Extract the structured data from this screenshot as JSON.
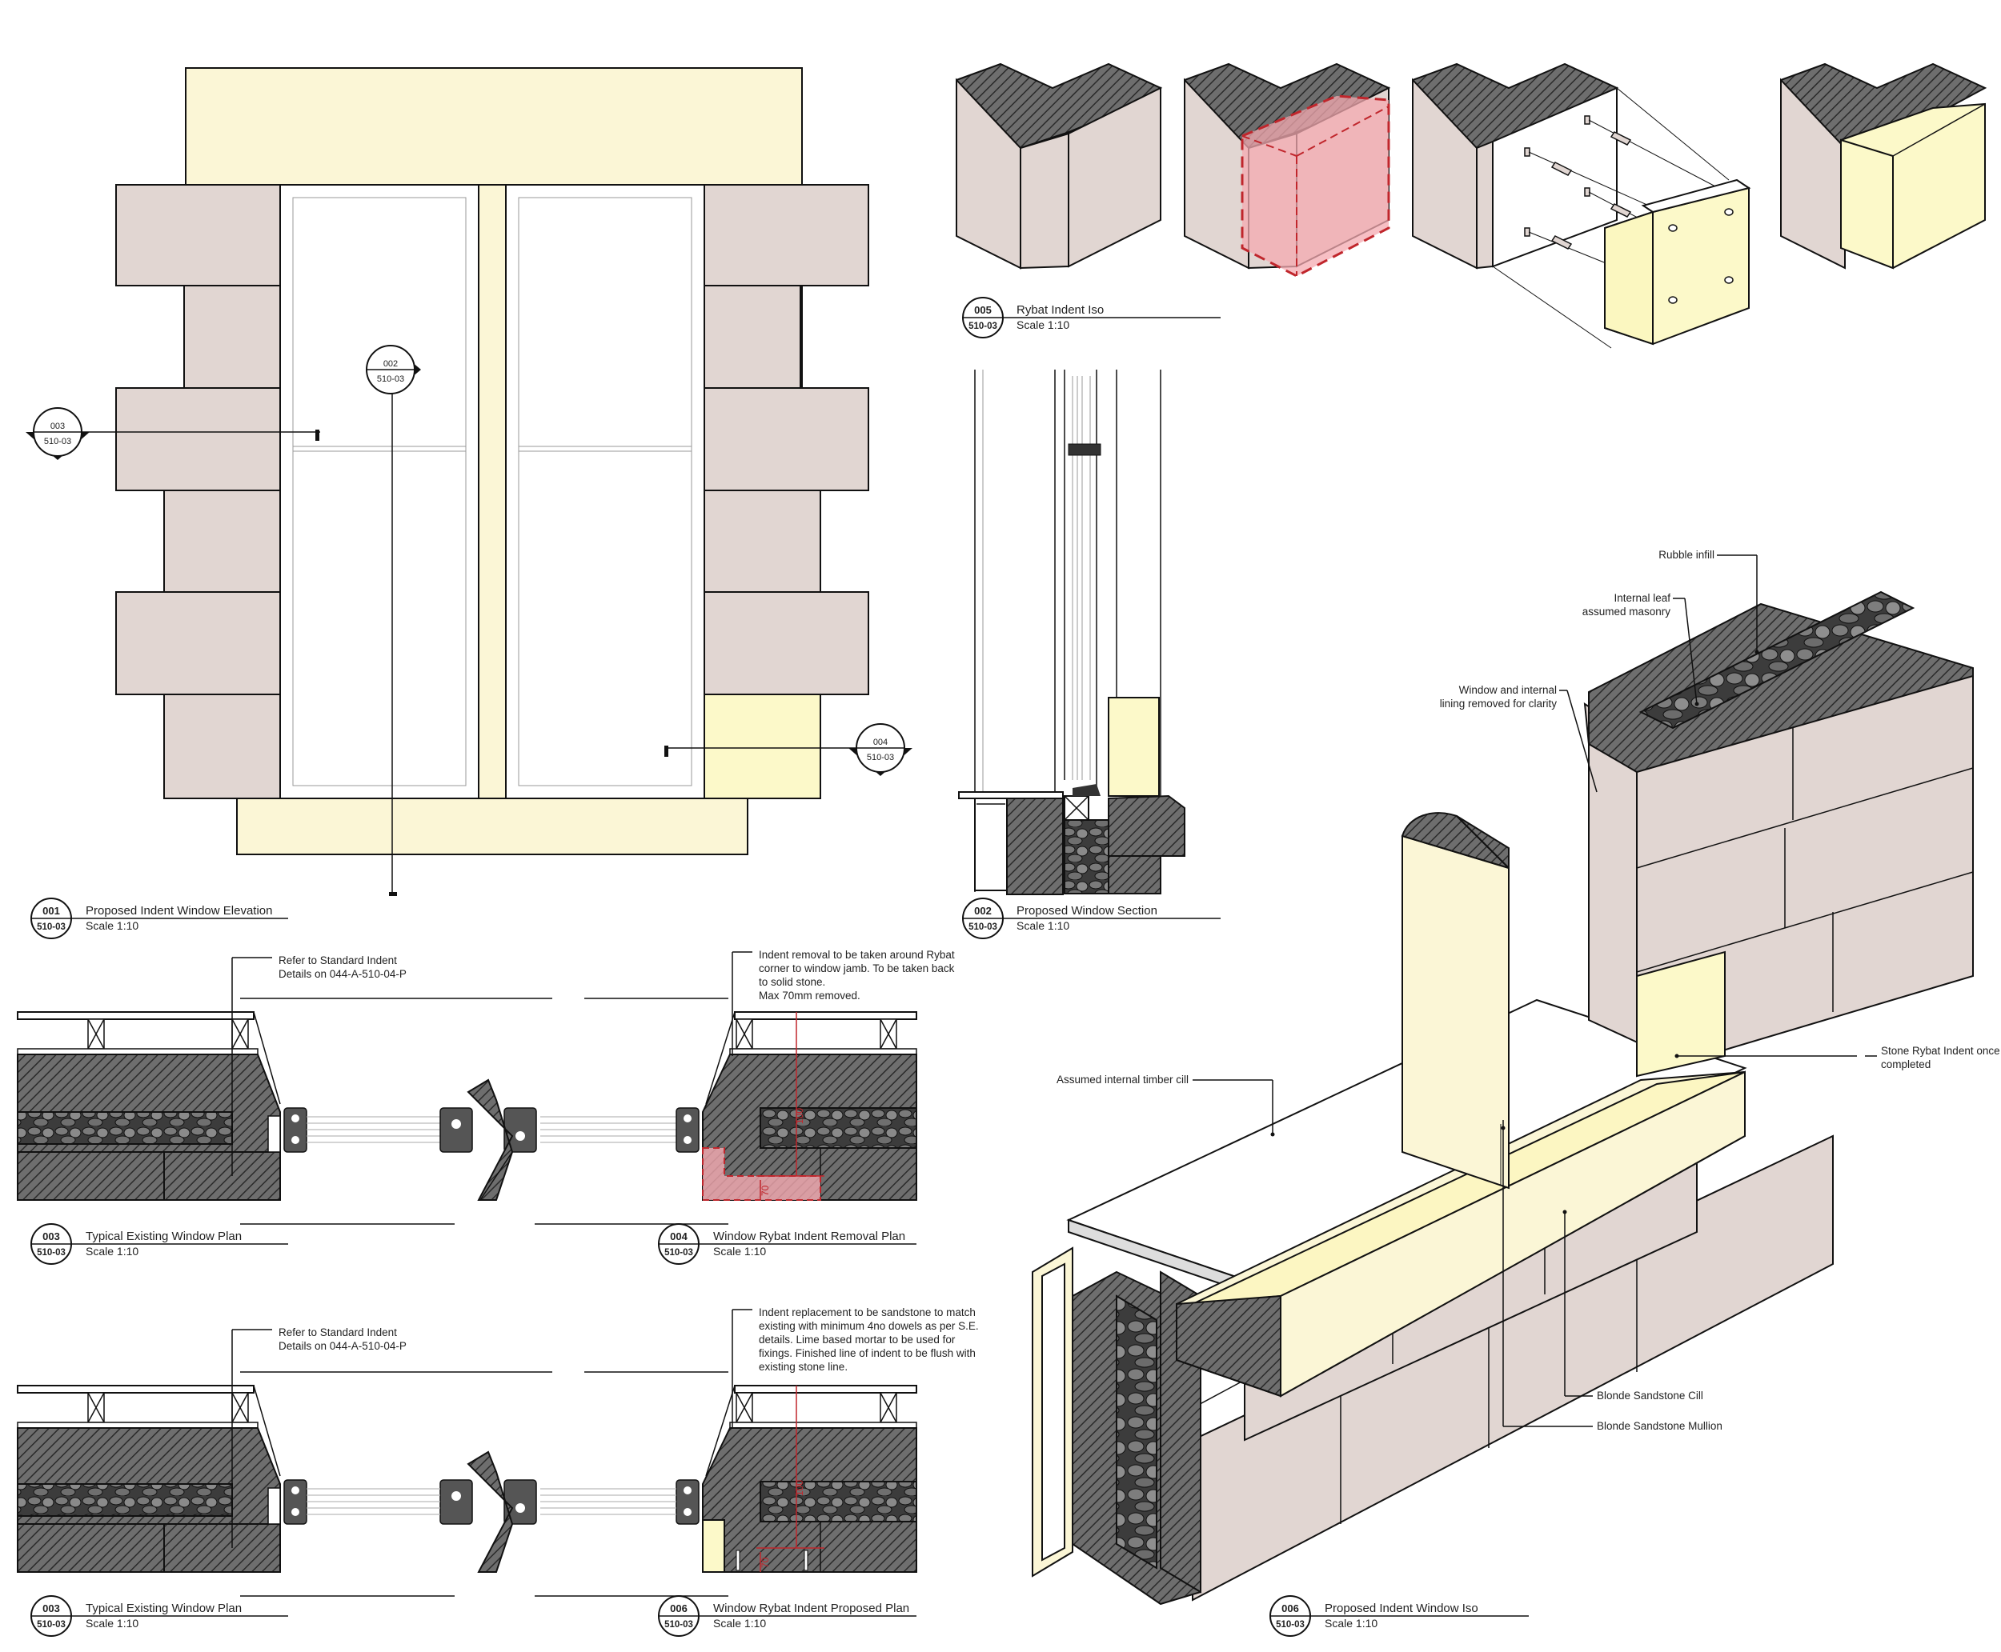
{
  "drawing_titles": {
    "d001": {
      "num": "001",
      "sheet": "510-03",
      "title": "Proposed Indent Window Elevation",
      "scale": "Scale 1:10"
    },
    "d002": {
      "num": "002",
      "sheet": "510-03",
      "title": "Proposed Window Section",
      "scale": "Scale 1:10"
    },
    "d003a": {
      "num": "003",
      "sheet": "510-03",
      "title": "Typical Existing Window Plan",
      "scale": "Scale 1:10"
    },
    "d004": {
      "num": "004",
      "sheet": "510-03",
      "title": "Window Rybat Indent Removal Plan",
      "scale": "Scale 1:10"
    },
    "d003b": {
      "num": "003",
      "sheet": "510-03",
      "title": "Typical Existing Window Plan",
      "scale": "Scale 1:10"
    },
    "d006p": {
      "num": "006",
      "sheet": "510-03",
      "title": "Window Rybat Indent Proposed Plan",
      "scale": "Scale 1:10"
    },
    "d005": {
      "num": "005",
      "sheet": "510-03",
      "title": "Rybat Indent Iso",
      "scale": "Scale 1:10"
    },
    "d006": {
      "num": "006",
      "sheet": "510-03",
      "title": "Proposed Indent Window Iso",
      "scale": "Scale 1:10"
    }
  },
  "section_markers": {
    "m002": {
      "num": "002",
      "sheet": "510-03"
    },
    "m003": {
      "num": "003",
      "sheet": "510-03"
    },
    "m004": {
      "num": "004",
      "sheet": "510-03"
    }
  },
  "notes": {
    "refer1": [
      "Refer to Standard Indent",
      "Details on 044-A-510-04-P"
    ],
    "refer2": [
      "Refer to Standard Indent",
      "Details on 044-A-510-04-P"
    ],
    "removal": [
      "Indent removal to be taken around Rybat",
      "corner to window jamb. To be taken back",
      "to solid stone.",
      "Max 70mm removed."
    ],
    "replacement": [
      "Indent replacement to be sandstone to match",
      "existing  with minimum 4no dowels as per S.E.",
      "details. Lime based mortar to be used for",
      "fixings. Finished line of indent to be flush with",
      "existing stone line."
    ],
    "rubble": [
      "Rubble infill"
    ],
    "internal_leaf": [
      "Internal leaf",
      "assumed masonry"
    ],
    "window_removed": [
      "Window and internal",
      "lining removed for clarity"
    ],
    "timber_cill": [
      "Assumed internal timber cill"
    ],
    "rybat_indent": [
      "Stone Rybat Indent once",
      "completed"
    ],
    "cill": [
      "Blonde Sandstone Cill"
    ],
    "mullion": [
      "Blonde Sandstone Mullion"
    ]
  },
  "dimensions": {
    "d70a": "70",
    "d70b": "70",
    "d100a": "100",
    "d100b": "100"
  },
  "colors": {
    "stone": "#e1d6d2",
    "cream": "#fbf6d6",
    "indent": "#fcf9c9",
    "removal": "#f4b7bd",
    "dimension": "#c0262c"
  }
}
